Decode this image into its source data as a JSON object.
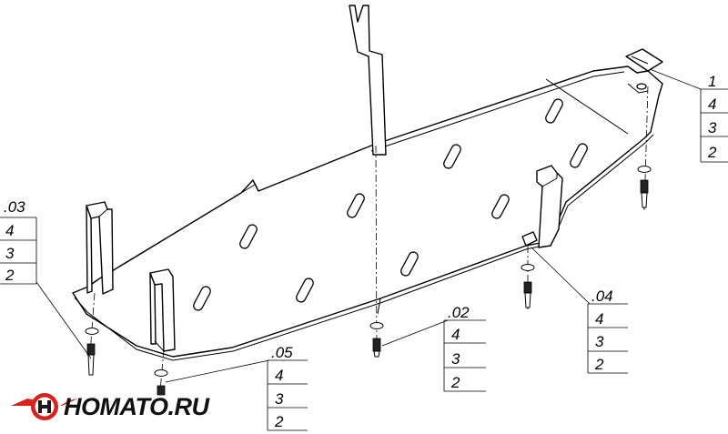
{
  "logo": {
    "text": "HOMATO.RU",
    "colors": {
      "red": "#d6231e",
      "dark": "#1a1a1a"
    }
  },
  "callouts": [
    {
      "id": "1",
      "items": [
        "1",
        "4",
        "3",
        "2"
      ]
    },
    {
      "id": "02",
      "items": [
        ".02",
        "4",
        "3",
        "2"
      ]
    },
    {
      "id": "03",
      "items": [
        ".03",
        "4",
        "3",
        "2"
      ]
    },
    {
      "id": "04",
      "items": [
        ".04",
        "4",
        "3",
        "2"
      ]
    },
    {
      "id": "05",
      "items": [
        ".05",
        "4",
        "3",
        "2"
      ]
    }
  ]
}
